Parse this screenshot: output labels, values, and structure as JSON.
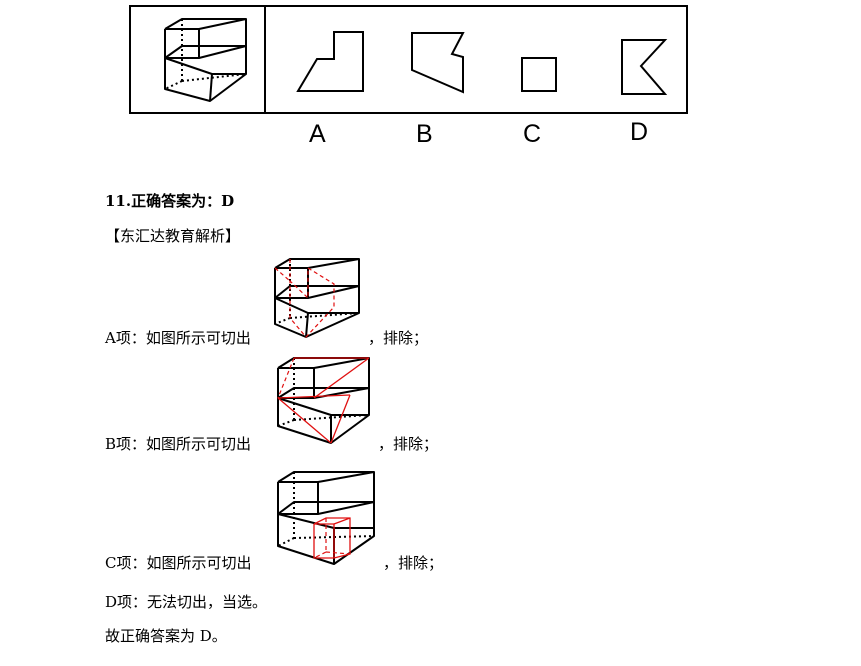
{
  "question_figure": {
    "option_letters": [
      "A",
      "B",
      "C",
      "D"
    ]
  },
  "answer": {
    "heading": "11.正确答案为：D",
    "source_tag": "【东汇达教育解析】",
    "items": [
      {
        "prefix": "A项：如图所示可切出",
        "suffix": "，排除；"
      },
      {
        "prefix": "B项：如图所示可切出",
        "suffix": "，排除；"
      },
      {
        "prefix": "C项：如图所示可切出",
        "suffix": "，排除；"
      },
      {
        "prefix": "D项：无法切出，当选。",
        "suffix": ""
      }
    ],
    "conclusion": "故正确答案为 D。"
  },
  "colors": {
    "ink": "#000000",
    "cut_line": "#e01010"
  }
}
